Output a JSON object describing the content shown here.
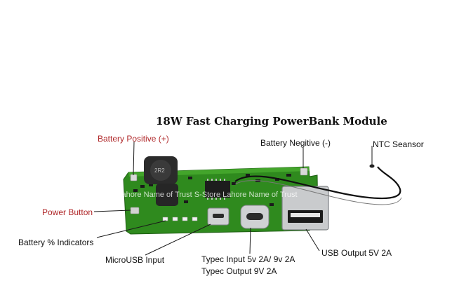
{
  "title": "18W Fast Charging PowerBank Module",
  "watermark": "S-Store Lahore Name of Trust   S-Store Lahore Name of Trust",
  "labels": {
    "battery_positive": "Battery Positive (+)",
    "battery_negative": "Battery Negitive (-)",
    "ntc_sensor": "NTC Seansor",
    "power_button": "Power Button",
    "battery_indicators": "Battery % Indicators",
    "microusb_input": "MicroUSB Input",
    "typec_input": "Typec Input 5v 2A/ 9v 2A",
    "typec_output": "Typec Output 9V 2A",
    "usb_output": "USB Output 5V 2A"
  },
  "colors": {
    "label_red": "#b0282a",
    "pcb_green": "#2f8a1e",
    "metal": "#c9cbcd"
  },
  "inductor_marking": "2R2"
}
